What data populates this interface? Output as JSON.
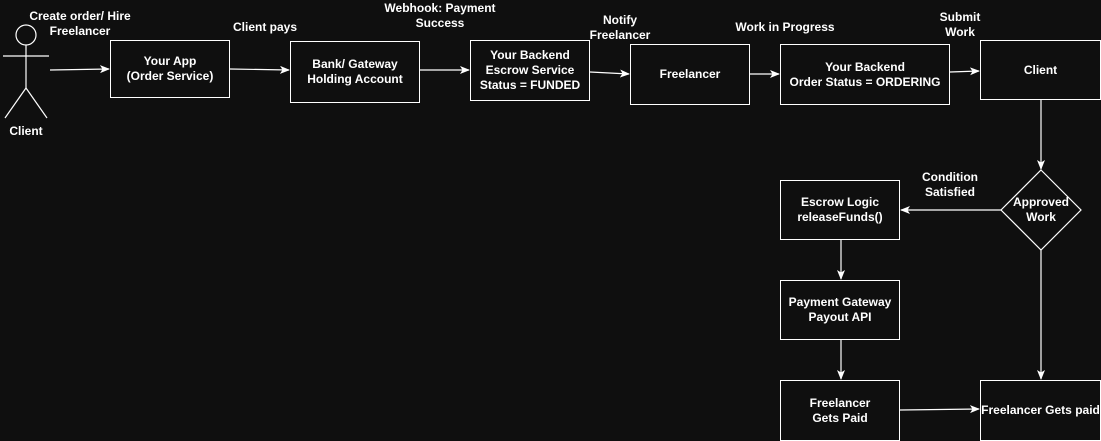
{
  "actor": {
    "label": "Client"
  },
  "nodes": {
    "your_app": "Your App\n(Order Service)",
    "bank_gateway": "Bank/ Gateway\nHolding Account",
    "backend_escrow": "Your Backend\nEscrow Service\nStatus = FUNDED",
    "freelancer": "Freelancer",
    "backend_order": "Your Backend\nOrder Status = ORDERING",
    "client": "Client",
    "approved_work": "Approved\nWork",
    "escrow_logic": "Escrow Logic\nreleaseFunds()",
    "payment_gateway": "Payment Gateway\nPayout API",
    "freelancer_gets_paid_box": "Freelancer\nGets Paid",
    "freelancer_gets_paid_final": "Freelancer Gets paid"
  },
  "edge_labels": {
    "create_order": "Create order/ Hire\nFreelancer",
    "client_pays": "Client pays",
    "webhook": "Webhook: Payment\nSuccess",
    "notify": "Notify\nFreelancer",
    "work_in_progress": "Work in Progress",
    "submit_work": "Submit\nWork",
    "condition": "Condition\nSatisfied"
  },
  "colors": {
    "background": "#0f0f0f",
    "stroke": "#ffffff"
  }
}
